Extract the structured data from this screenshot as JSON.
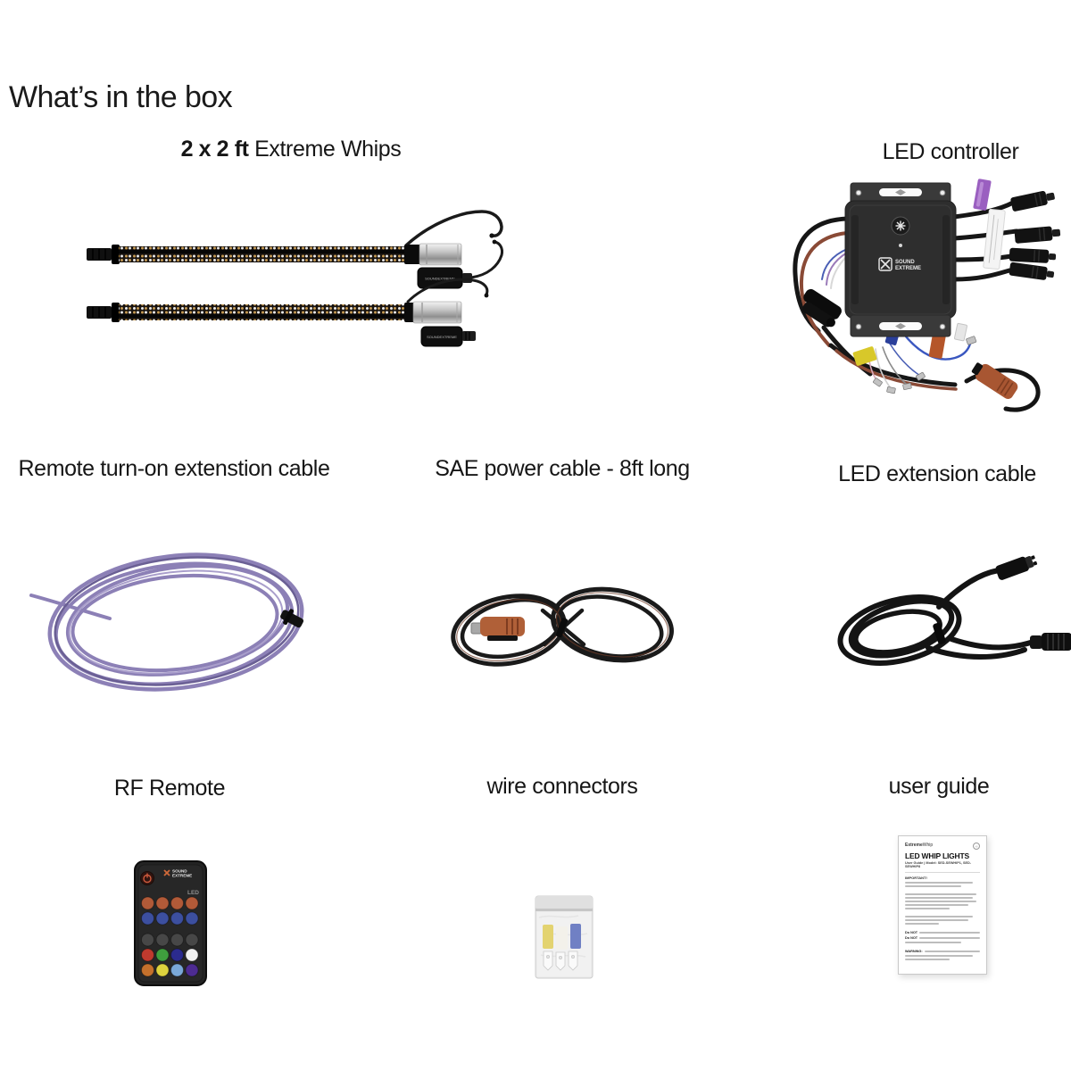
{
  "page": {
    "title": "What’s in the box",
    "background": "#ffffff",
    "text_color": "#1a1a1a"
  },
  "items": {
    "whips": {
      "label_bold": "2 x 2 ft",
      "label_rest": " Extreme Whips",
      "barrel_text": "SOUNDEXTREME",
      "led_gold": "#c59a52",
      "led_white": "#e9e9e9"
    },
    "controller": {
      "label": "LED controller",
      "logo_line1": "SOUND",
      "logo_line2": "EXTREME",
      "tag_purple": "#9a5fc0",
      "tag_yellow": "#d8c82a",
      "tag_blue": "#2a3f9a",
      "tag_orange": "#b5562a",
      "sae_orange": "#a85632"
    },
    "remote_cable": {
      "label": "Remote turn-on extenstion cable",
      "cable_color": "#8c80b6"
    },
    "sae_cable": {
      "label": "SAE power cable - 8ft long",
      "connector_color": "#b06038"
    },
    "led_ext_cable": {
      "label": "LED extension cable",
      "cable_color": "#141414"
    },
    "rf_remote": {
      "label": "RF Remote",
      "led_text": "LED",
      "logo_line1": "SOUND",
      "logo_line2": "EXTREME",
      "power_color": "#cf5a3c",
      "button_rows": [
        [
          "#b25a38",
          "#b25a38",
          "#b25a38",
          "#b25a38"
        ],
        [
          "#3c4f9f",
          "#3c4f9f",
          "#3c4f9f",
          "#3c4f9f"
        ],
        [
          "#474747",
          "#474747",
          "#474747",
          "#474747"
        ],
        [
          "#bf3a2e",
          "#3f9e3e",
          "#2b2b8e",
          "#f2f2f2"
        ],
        [
          "#c4702c",
          "#ddd23e",
          "#7aa8d8",
          "#4d2b91"
        ]
      ]
    },
    "wire_connectors": {
      "label": "wire connectors",
      "bag_yellow": "#d8c23a",
      "bag_blue": "#3a4fae",
      "bag_white": "#efece2"
    },
    "user_guide": {
      "label": "user guide",
      "doc": {
        "brand_bold": "Extreme",
        "brand_rest": "Whip",
        "title": "LED WHIP LIGHTS",
        "subtitle": "User Guide | Model: SED-SEWHIP1, SED-SEWHIP8",
        "important": "IMPORTANT!",
        "do_not": "Do NOT",
        "warning": "WARNING:"
      }
    }
  }
}
